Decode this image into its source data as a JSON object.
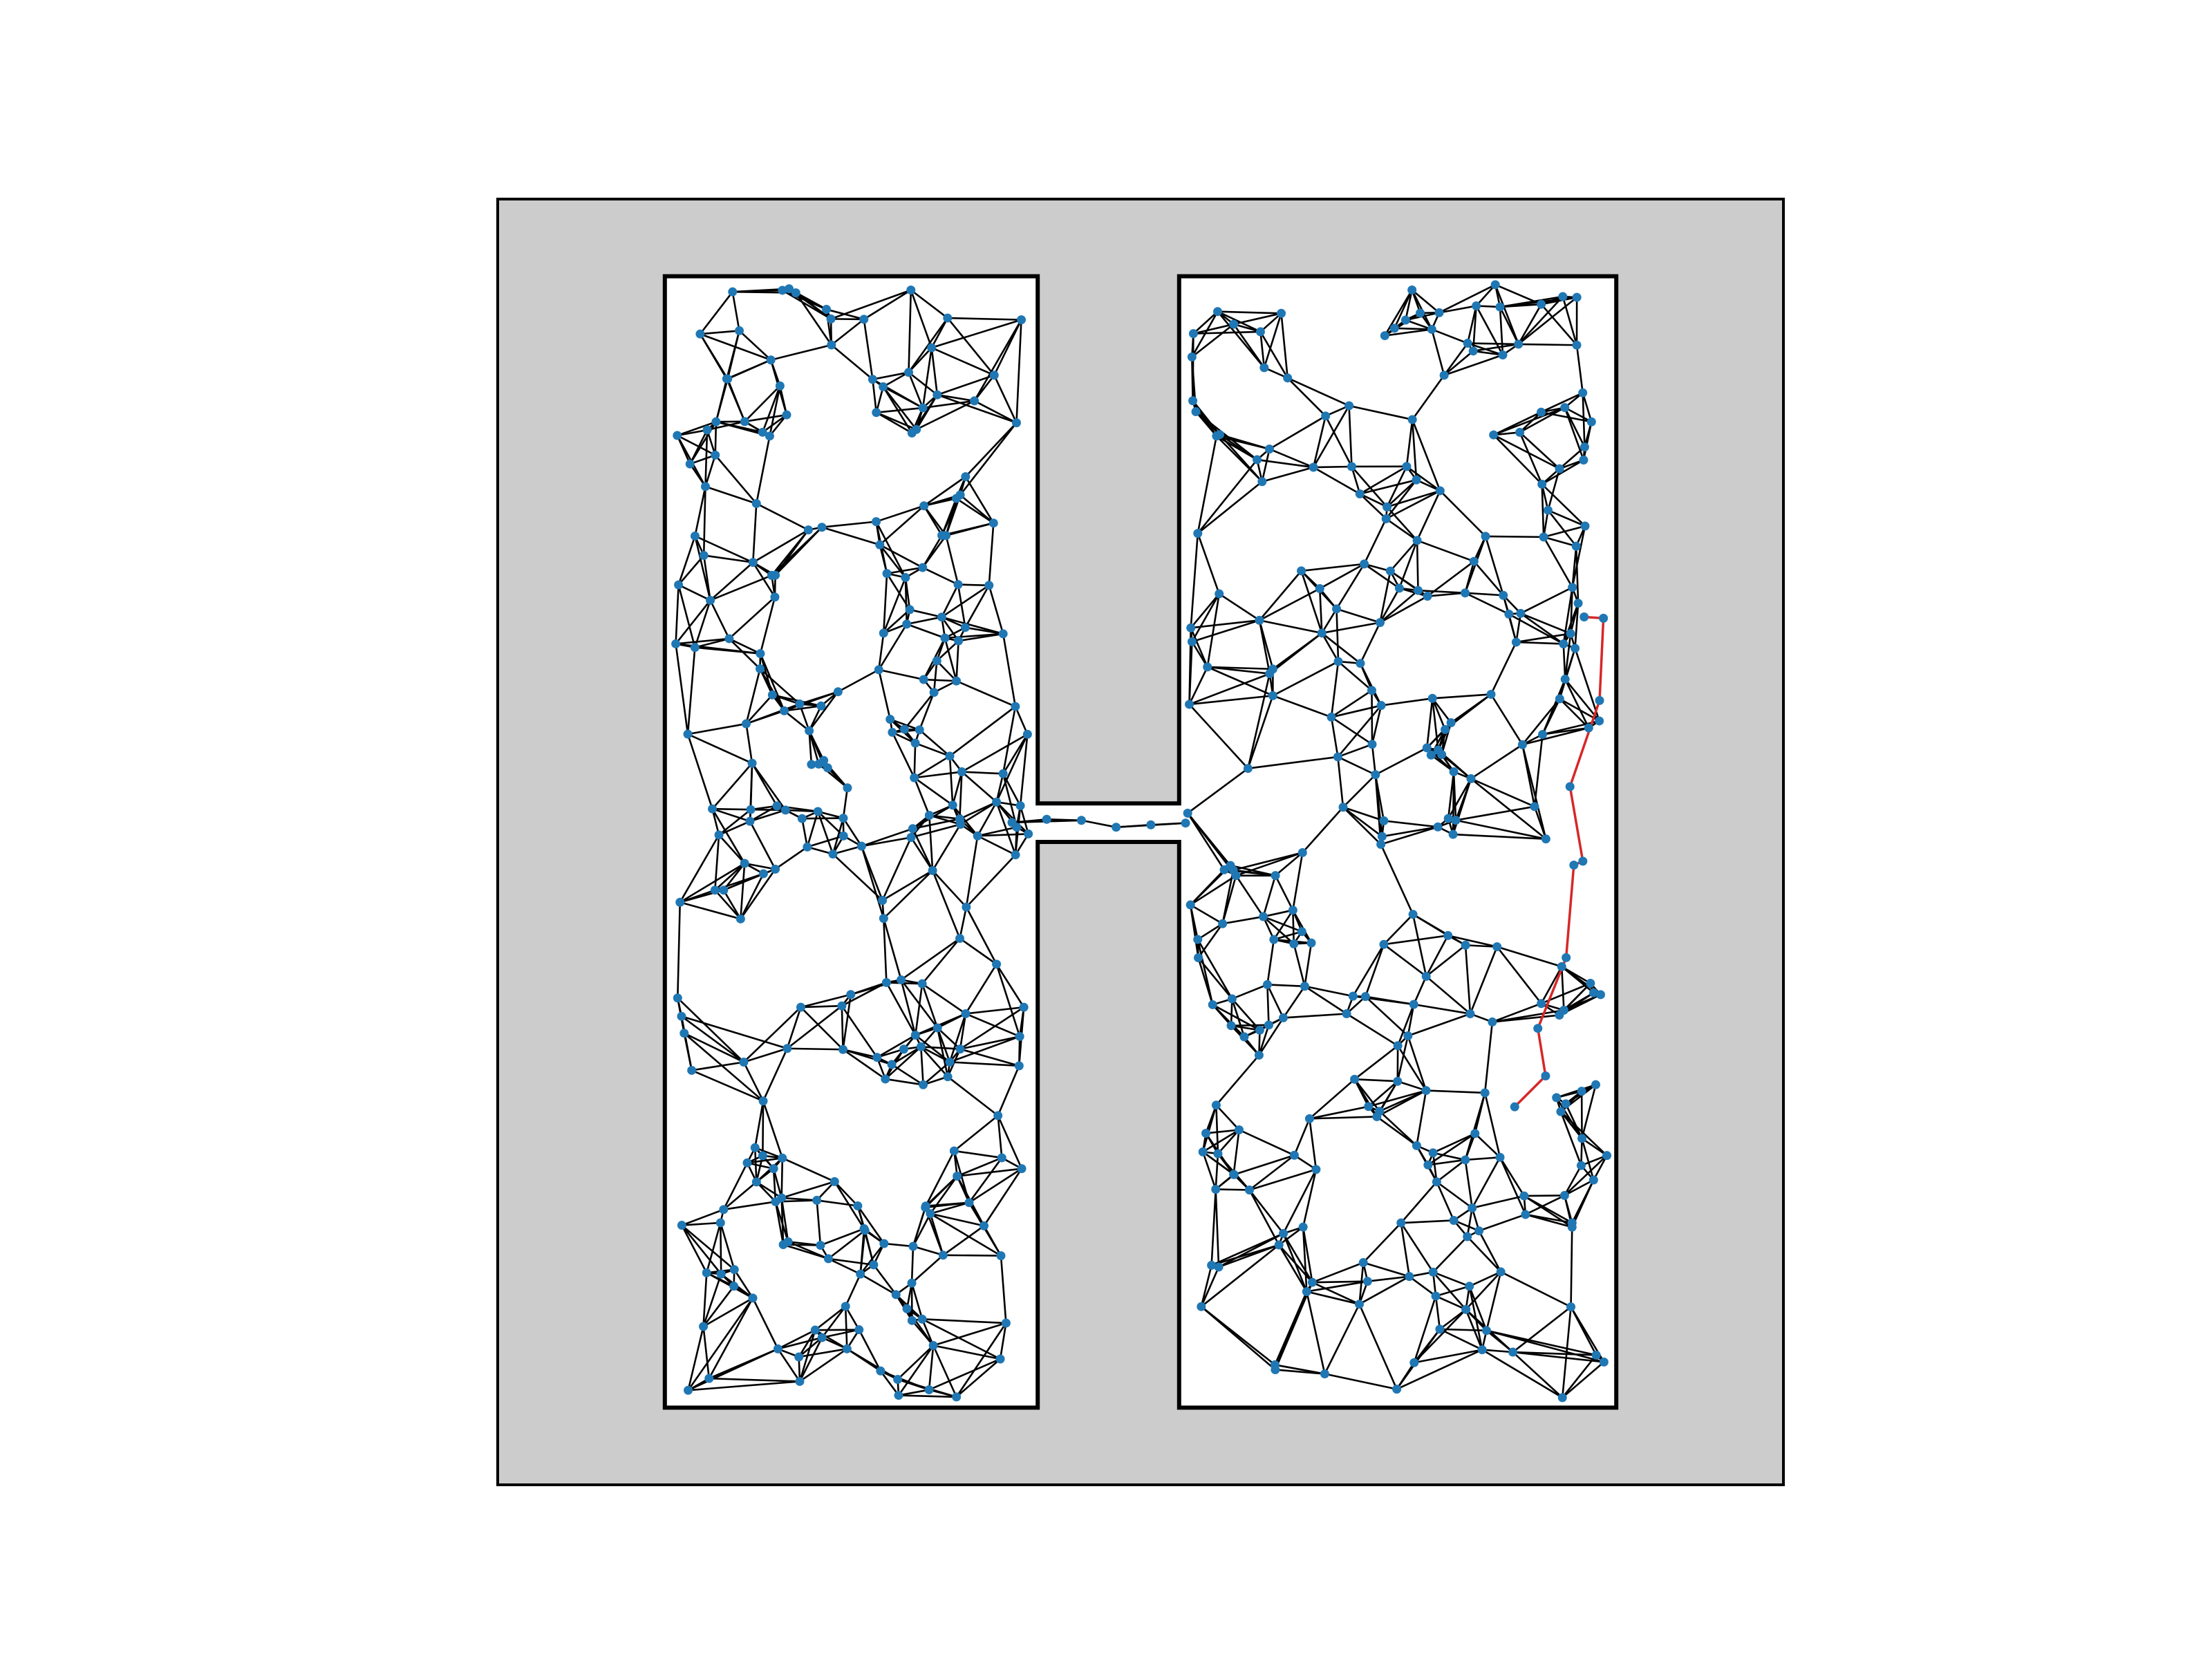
{
  "colors": {
    "background": "#ffffff",
    "obstacle_fill": "#cccccc",
    "free_space": "#ffffff",
    "border": "#000000",
    "graph_edge": "#000000",
    "graph_node": "#1f77b4",
    "path": "#d62728"
  },
  "chart_data": {
    "type": "scatter",
    "title": "",
    "xlabel": "",
    "ylabel": "",
    "xlim": [
      0,
      1
    ],
    "ylim": [
      0,
      1
    ],
    "grid": false,
    "legend": "none",
    "free_regions": [
      {
        "name": "left-room",
        "x": [
          0.13,
          0.42
        ],
        "y": [
          0.06,
          0.94
        ]
      },
      {
        "name": "right-room",
        "x": [
          0.53,
          0.87
        ],
        "y": [
          0.06,
          0.94
        ]
      },
      {
        "name": "corridor",
        "x": [
          0.42,
          0.53
        ],
        "y": [
          0.47,
          0.5
        ]
      }
    ],
    "path_points": [
      [
        0.791,
        0.706
      ],
      [
        0.815,
        0.682
      ],
      [
        0.809,
        0.645
      ],
      [
        0.831,
        0.59
      ],
      [
        0.837,
        0.518
      ],
      [
        0.844,
        0.515
      ],
      [
        0.834,
        0.457
      ],
      [
        0.857,
        0.39
      ],
      [
        0.86,
        0.326
      ],
      [
        0.845,
        0.325
      ]
    ]
  }
}
